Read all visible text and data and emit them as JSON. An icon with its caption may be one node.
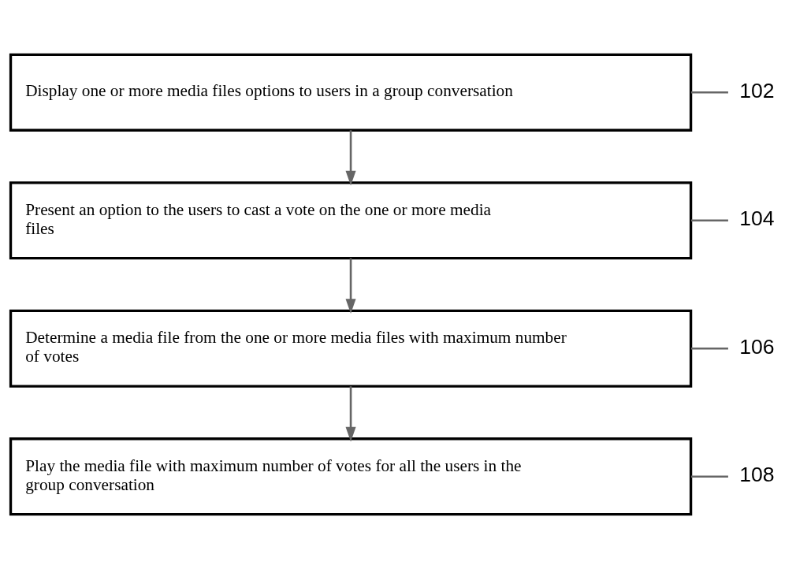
{
  "diagram": {
    "nodes": [
      {
        "text": [
          "Display one or more media files options to users in a group conversation"
        ]
      },
      {
        "text": [
          "102"
        ]
      },
      {
        "text": [
          "Present an option to the users to cast a vote on the one or more media files"
        ]
      },
      {
        "text": [
          "104"
        ]
      },
      {
        "text": [
          "Determine a media file from the one or more media files with maximum number of votes"
        ]
      },
      {
        "text": [
          "106"
        ]
      },
      {
        "text": [
          "Play the media file with maximum number of votes for all the users in the group conversation"
        ]
      },
      {
        "text": [
          "108"
        ]
      }
    ],
    "edges": [
      {
        "from": 1,
        "to": 0,
        "arrow": "none"
      },
      {
        "from": 0,
        "to": 2,
        "arrow": "to"
      },
      {
        "from": 3,
        "to": 2,
        "arrow": "none"
      },
      {
        "from": 2,
        "to": 4,
        "arrow": "to"
      },
      {
        "from": 5,
        "to": 4,
        "arrow": "none"
      },
      {
        "from": 4,
        "to": 6,
        "arrow": "to"
      },
      {
        "from": 7,
        "to": 6,
        "arrow": "none"
      }
    ]
  }
}
